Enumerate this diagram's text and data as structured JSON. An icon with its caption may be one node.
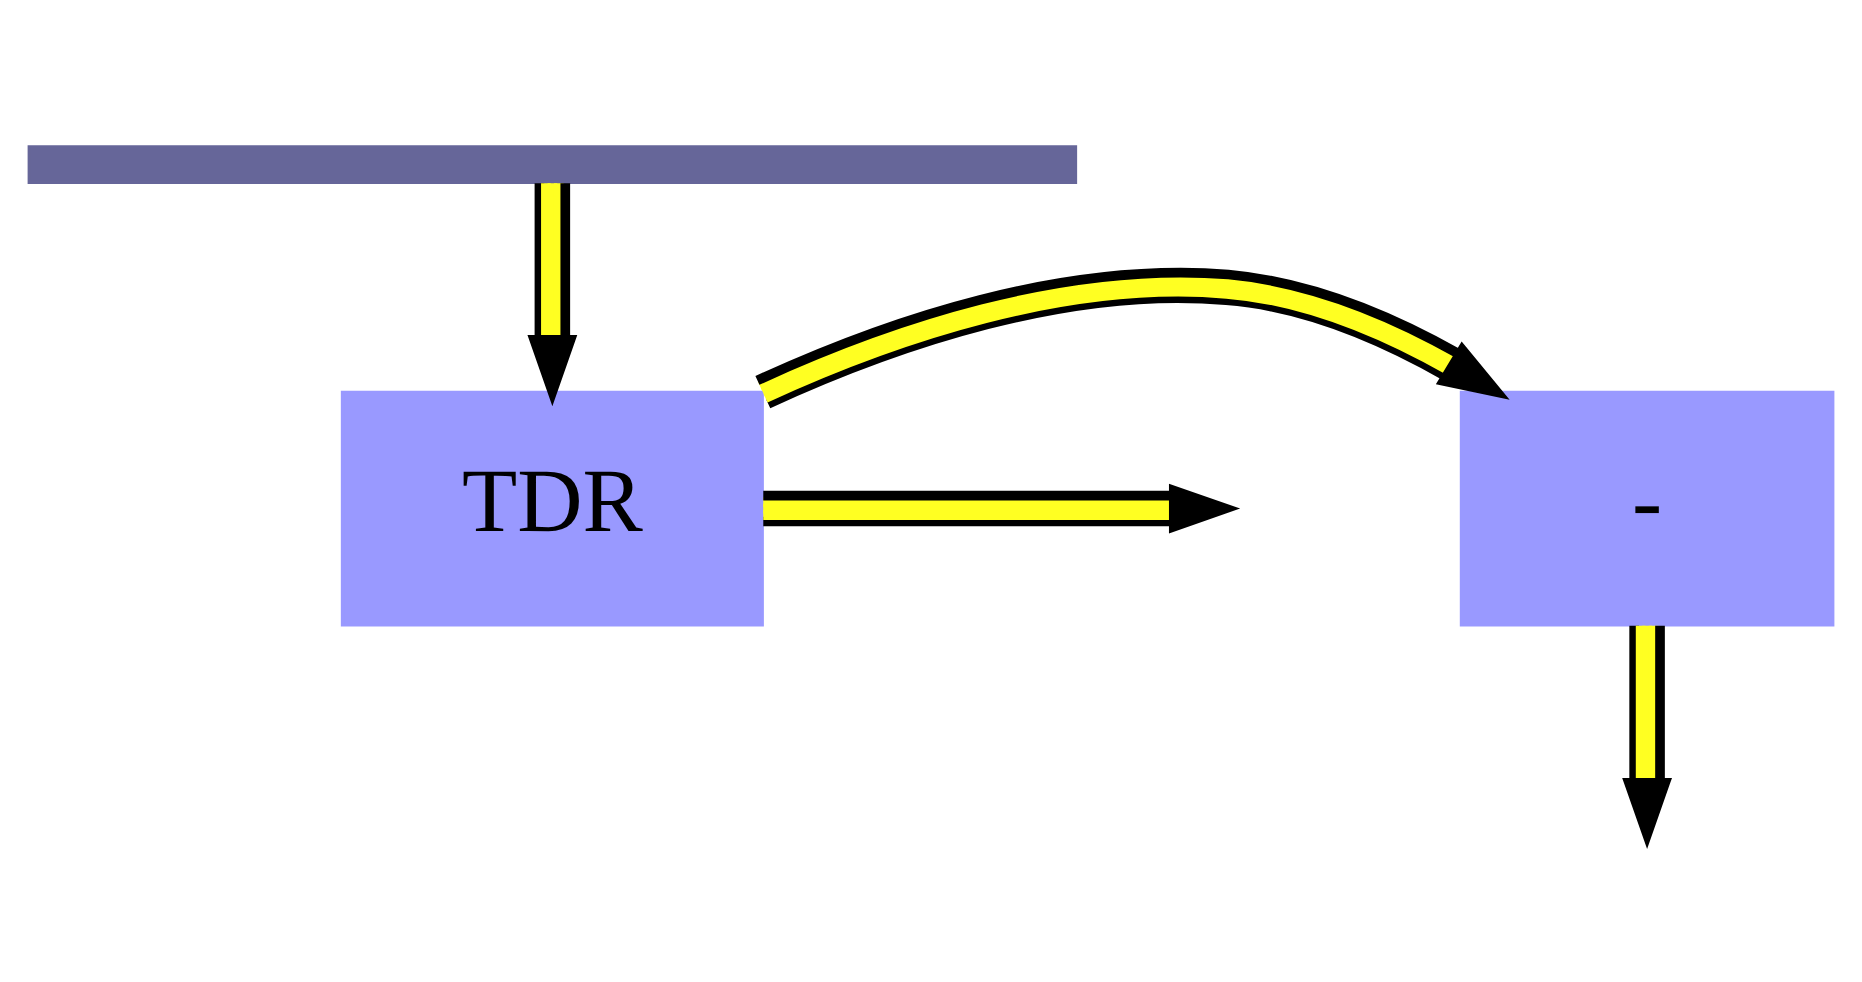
{
  "diagram": {
    "nodes": [
      {
        "text": [],
        "shape": "bar"
      },
      {
        "text": [
          "TDR"
        ]
      },
      {
        "text": [
          "-"
        ]
      }
    ],
    "edges": [
      {
        "from": 0,
        "to": 1,
        "arrow": "to"
      },
      {
        "from": 1,
        "to": null,
        "arrow": "to"
      },
      {
        "from": 1,
        "to": 2,
        "arrow": "to"
      },
      {
        "from": 2,
        "to": null,
        "arrow": "to"
      }
    ]
  }
}
